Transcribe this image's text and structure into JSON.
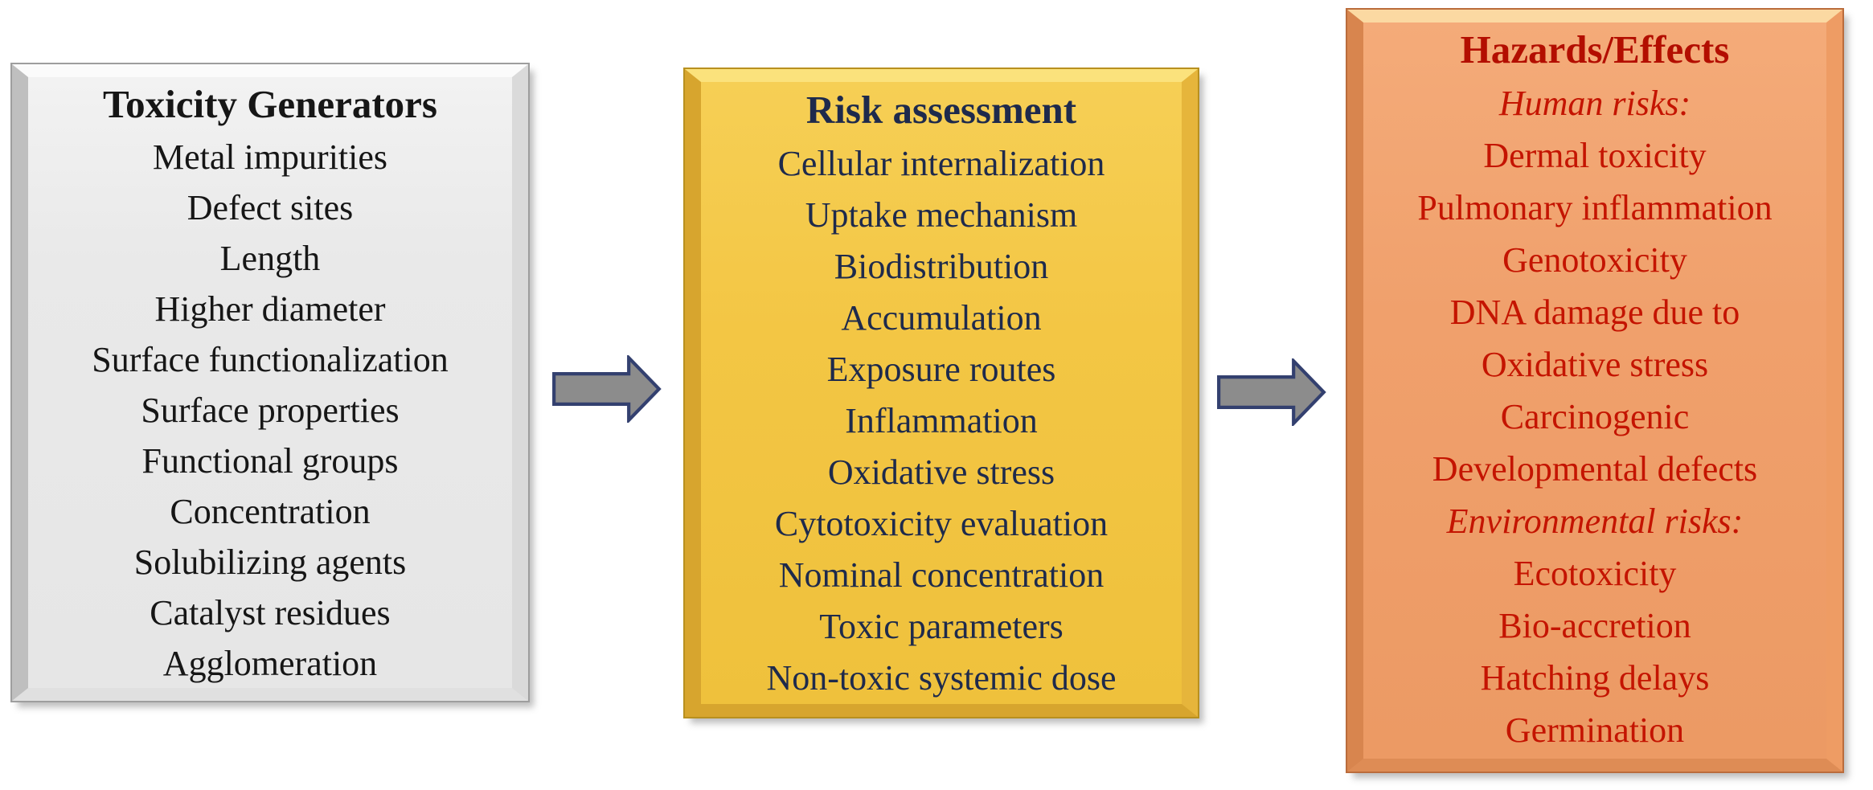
{
  "diagram": {
    "description": "Three-stage flow diagram: Toxicity Generators -> Risk assessment -> Hazards/Effects"
  },
  "boxes": [
    {
      "id": "toxicity-generators",
      "title": "Toxicity Generators",
      "items": [
        {
          "text": "Metal impurities"
        },
        {
          "text": "Defect sites"
        },
        {
          "text": "Length"
        },
        {
          "text": "Higher diameter"
        },
        {
          "text": "Surface functionalization"
        },
        {
          "text": "Surface properties"
        },
        {
          "text": "Functional groups"
        },
        {
          "text": "Concentration"
        },
        {
          "text": "Solubilizing agents"
        },
        {
          "text": "Catalyst residues"
        },
        {
          "text": "Agglomeration"
        }
      ]
    },
    {
      "id": "risk-assessment",
      "title": "Risk assessment",
      "items": [
        {
          "text": "Cellular internalization"
        },
        {
          "text": "Uptake mechanism"
        },
        {
          "text": "Biodistribution"
        },
        {
          "text": "Accumulation"
        },
        {
          "text": "Exposure routes"
        },
        {
          "text": "Inflammation"
        },
        {
          "text": "Oxidative stress"
        },
        {
          "text": "Cytotoxicity evaluation"
        },
        {
          "text": "Nominal concentration"
        },
        {
          "text": "Toxic parameters"
        },
        {
          "text": "Non-toxic systemic dose"
        }
      ]
    },
    {
      "id": "hazards-effects",
      "title": "Hazards/Effects",
      "items": [
        {
          "text": "Human risks:",
          "italic": true
        },
        {
          "text": "Dermal toxicity"
        },
        {
          "text": "Pulmonary inflammation"
        },
        {
          "text": "Genotoxicity"
        },
        {
          "text": "DNA damage due to"
        },
        {
          "text": "Oxidative stress"
        },
        {
          "text": "Carcinogenic"
        },
        {
          "text": "Developmental defects"
        },
        {
          "text": "Environmental risks:",
          "italic": true
        },
        {
          "text": "Ecotoxicity"
        },
        {
          "text": "Bio-accretion"
        },
        {
          "text": "Hatching delays"
        },
        {
          "text": "Germination"
        }
      ]
    }
  ],
  "arrows": [
    {
      "icon": "arrow-right-icon"
    },
    {
      "icon": "arrow-right-icon"
    }
  ],
  "colors": {
    "gray_box_fill": "#E9E9E9",
    "yellow_box_fill": "#F3C644",
    "orange_box_fill": "#F0A06C",
    "gray_box_text": "#161616",
    "yellow_box_text": "#1E2A4C",
    "orange_box_title": "#B30E00",
    "orange_box_text": "#C41400",
    "arrow_fill": "#8C8C8C",
    "arrow_border": "#33406F"
  }
}
